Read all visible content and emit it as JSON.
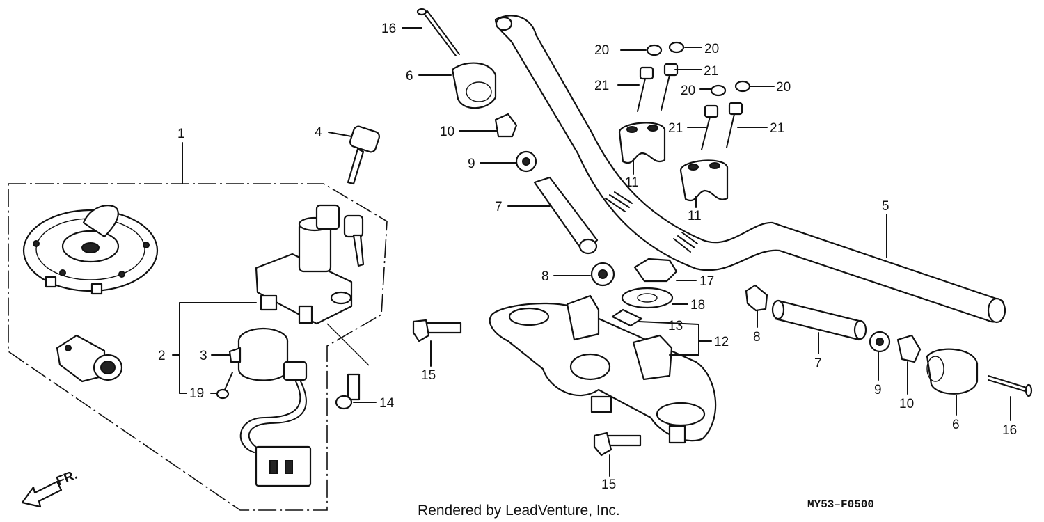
{
  "callouts": {
    "c1": "1",
    "c2": "2",
    "c3": "3",
    "c4": "4",
    "c5": "5",
    "c6a": "6",
    "c6b": "6",
    "c7a": "7",
    "c7b": "7",
    "c8a": "8",
    "c8b": "8",
    "c9a": "9",
    "c9b": "9",
    "c10a": "10",
    "c10b": "10",
    "c11a": "11",
    "c11b": "11",
    "c12": "12",
    "c13": "13",
    "c14": "14",
    "c15a": "15",
    "c15b": "15",
    "c16a": "16",
    "c16b": "16",
    "c17": "17",
    "c18": "18",
    "c19": "19",
    "c20a": "20",
    "c20b": "20",
    "c20c": "20",
    "c20d": "20",
    "c21a": "21",
    "c21b": "21",
    "c21c": "21",
    "c21d": "21"
  },
  "direction_label": "FR.",
  "footer": {
    "rendered_by": "Rendered by LeadVenture, Inc.",
    "diagram_code": "MY53–F0500"
  }
}
